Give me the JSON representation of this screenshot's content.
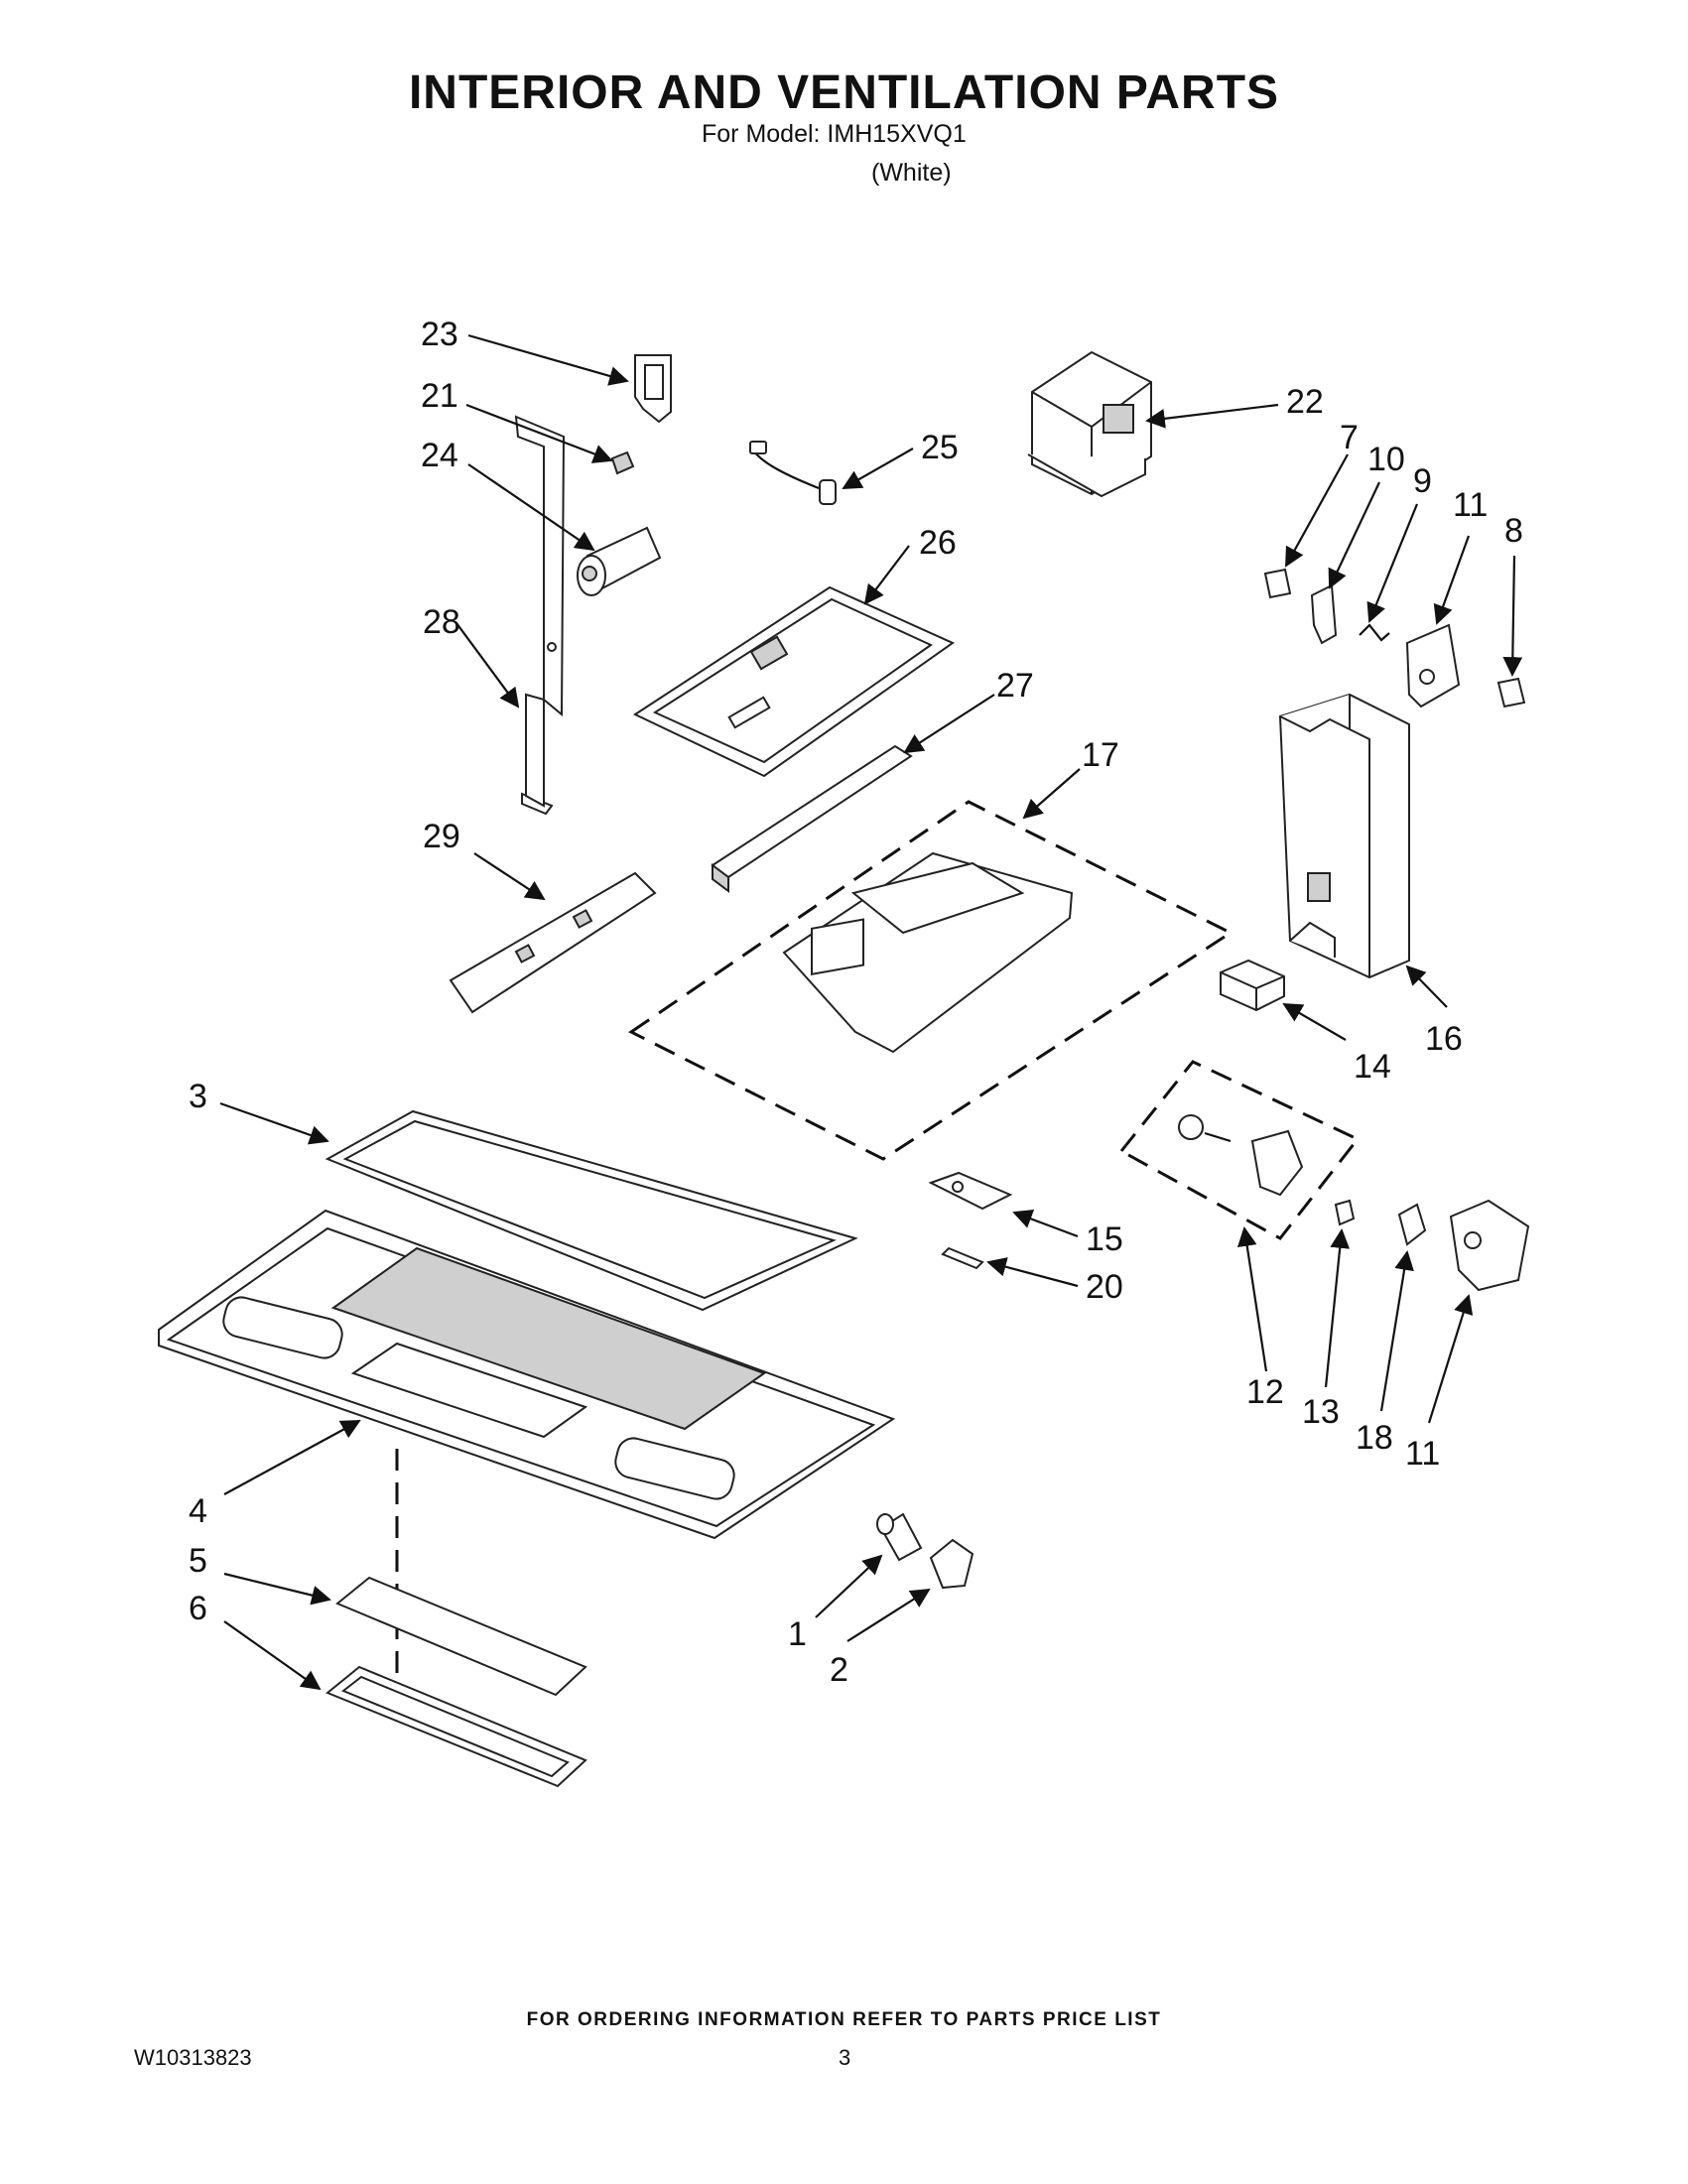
{
  "header": {
    "title": "INTERIOR AND VENTILATION PARTS",
    "model_line": "For Model: IMH15XVQ1",
    "color_line": "(White)"
  },
  "callouts": [
    {
      "id": "23",
      "label": "23"
    },
    {
      "id": "21",
      "label": "21"
    },
    {
      "id": "24",
      "label": "24"
    },
    {
      "id": "28",
      "label": "28"
    },
    {
      "id": "29",
      "label": "29"
    },
    {
      "id": "25",
      "label": "25"
    },
    {
      "id": "26",
      "label": "26"
    },
    {
      "id": "27",
      "label": "27"
    },
    {
      "id": "17",
      "label": "17"
    },
    {
      "id": "22",
      "label": "22"
    },
    {
      "id": "7",
      "label": "7"
    },
    {
      "id": "10",
      "label": "10"
    },
    {
      "id": "9",
      "label": "9"
    },
    {
      "id": "11a",
      "label": "11"
    },
    {
      "id": "8",
      "label": "8"
    },
    {
      "id": "16",
      "label": "16"
    },
    {
      "id": "14",
      "label": "14"
    },
    {
      "id": "3",
      "label": "3"
    },
    {
      "id": "15",
      "label": "15"
    },
    {
      "id": "20",
      "label": "20"
    },
    {
      "id": "12",
      "label": "12"
    },
    {
      "id": "13",
      "label": "13"
    },
    {
      "id": "18",
      "label": "18"
    },
    {
      "id": "11b",
      "label": "11"
    },
    {
      "id": "4",
      "label": "4"
    },
    {
      "id": "5",
      "label": "5"
    },
    {
      "id": "6",
      "label": "6"
    },
    {
      "id": "1",
      "label": "1"
    },
    {
      "id": "2",
      "label": "2"
    }
  ],
  "footer": {
    "note": "FOR ORDERING INFORMATION REFER TO PARTS PRICE LIST",
    "doc_number": "W10313823",
    "page_number": "3"
  }
}
